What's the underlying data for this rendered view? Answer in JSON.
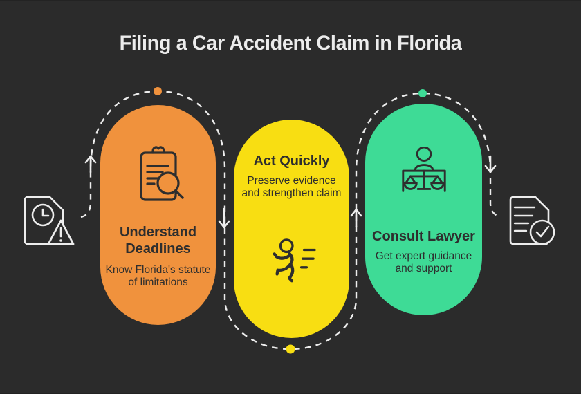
{
  "title": "Filing a Car Accident Claim in Florida",
  "colors": {
    "background": "#2b2b2b",
    "title_text": "#ececec",
    "connector": "#ededed",
    "step_text": "#2e2e2e",
    "step1": "#f0923d",
    "step2": "#f8de12",
    "step3": "#3edb96"
  },
  "steps": [
    {
      "title": "Understand Deadlines",
      "description": "Know Florida's statute of limitations",
      "icon": "clipboard-search-icon",
      "color": "#f0923d",
      "dot_position": "top"
    },
    {
      "title": "Act Quickly",
      "description": "Preserve evidence and strengthen claim",
      "icon": "running-person-icon",
      "color": "#f8de12",
      "dot_position": "bottom"
    },
    {
      "title": "Consult Lawyer",
      "description": "Get expert guidance and support",
      "icon": "scales-of-justice-icon",
      "color": "#3edb96",
      "dot_position": "top"
    }
  ],
  "side_icons": {
    "left": "document-clock-warning-icon",
    "right": "document-check-icon"
  }
}
